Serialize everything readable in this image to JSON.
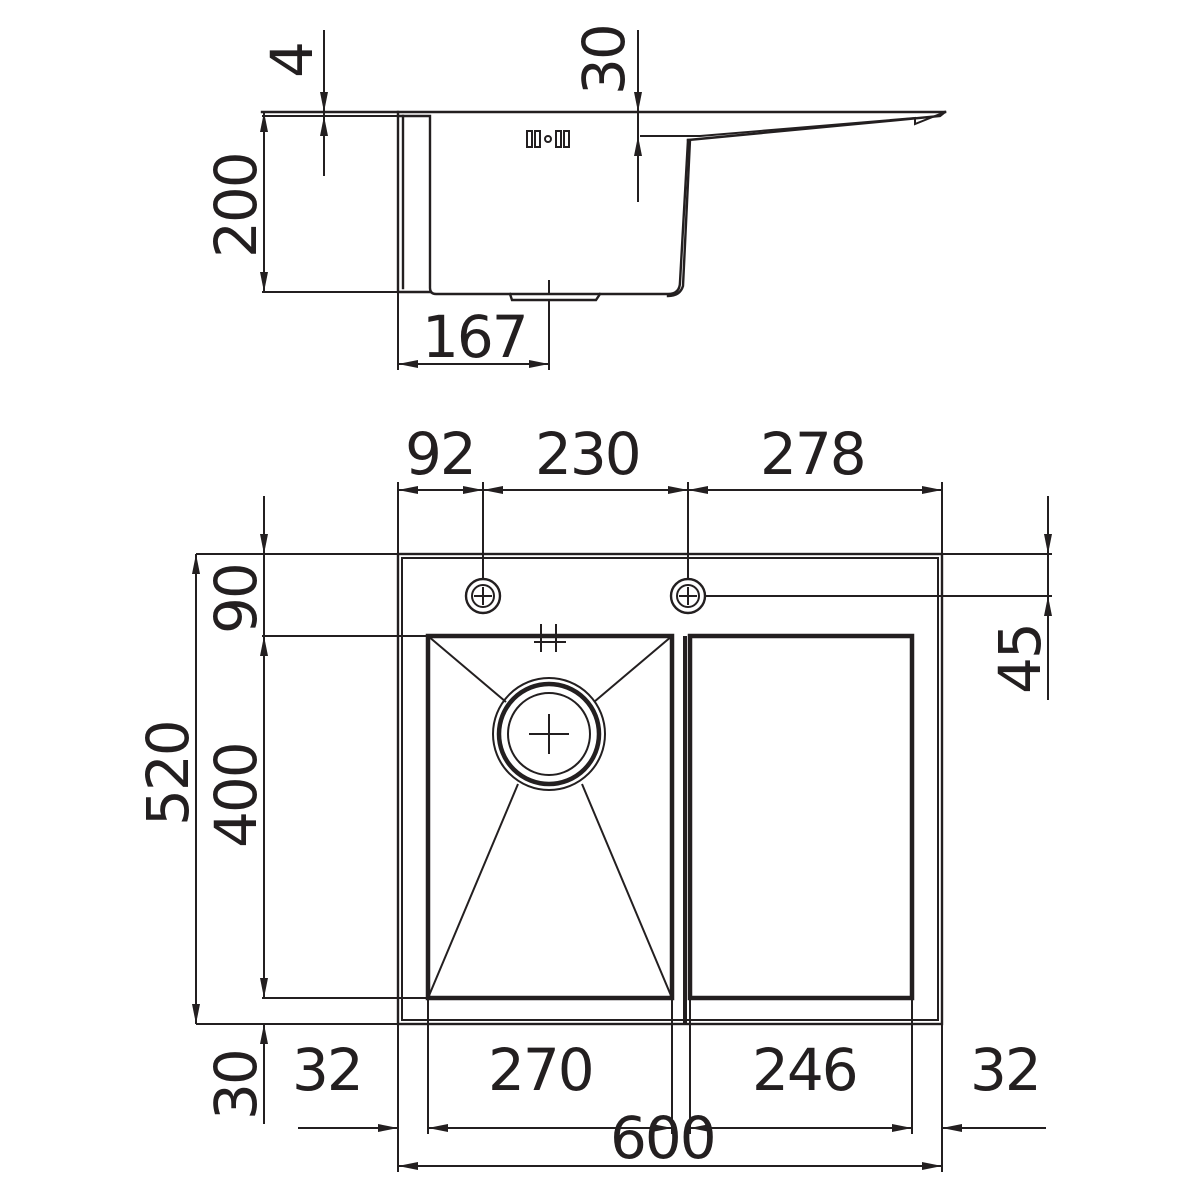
{
  "diagram": {
    "line_color": "#231f20",
    "background": "#ffffff",
    "side_view": {
      "dims": {
        "top_thickness": "4",
        "drain_board_height": "30",
        "bowl_depth": "200",
        "drain_offset": "167"
      }
    },
    "top_view": {
      "dims": {
        "left_to_tap": "92",
        "tap_spacing": "230",
        "right_section": "278",
        "overall_depth": "520",
        "tap_area_depth": "90",
        "bowl_length": "400",
        "tap_hole_offset": "45",
        "front_rim": "30",
        "left_rim": "32",
        "main_bowl_width": "270",
        "second_bowl_width": "246",
        "right_rim": "32",
        "overall_width": "600"
      }
    }
  }
}
